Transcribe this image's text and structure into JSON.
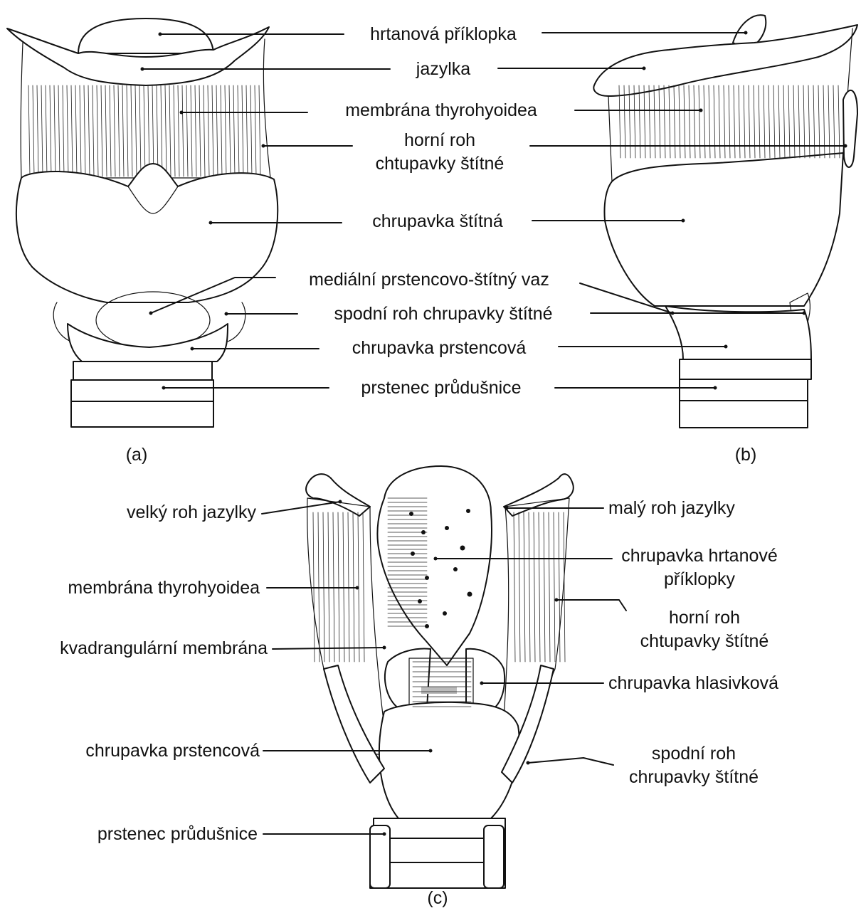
{
  "panels": [
    {
      "tag": "(a)",
      "labels": {
        "epiglottis": "hrtanová příklopka",
        "hyoid": "jazylka",
        "thyrohyoid_membrane": "membrána thyrohyoidea",
        "superior_horn_l1": "horní roh",
        "superior_horn_l2": "chtupavky štítné",
        "thyroid_cartilage": "chrupavka štítná",
        "median_cricothyroid": "mediální prstencovo-štítný vaz",
        "inferior_horn": "spodní roh chrupavky štítné",
        "cricoid": "chrupavka prstencová",
        "tracheal_ring": "prstenec průdušnice"
      }
    },
    {
      "tag": "(b)"
    },
    {
      "tag": "(c)",
      "labels": {
        "greater_horn_hyoid": "velký roh jazylky",
        "lesser_horn_hyoid": "malý roh jazylky",
        "thyrohyoid_membrane": "membrána thyrohyoidea",
        "epiglottic_cartilage_l1": "chrupavka hrtanové",
        "epiglottic_cartilage_l2": "příklopky",
        "superior_horn_l1": "horní roh",
        "superior_horn_l2": "chtupavky štítné",
        "quadrangular_membrane": "kvadrangulární membrána",
        "arytenoid": "chrupavka hlasivková",
        "cricoid": "chrupavka prstencová",
        "inferior_horn_l1": "spodní roh",
        "inferior_horn_l2": "chrupavky štítné",
        "tracheal_ring": "prstenec průdušnice"
      }
    }
  ]
}
